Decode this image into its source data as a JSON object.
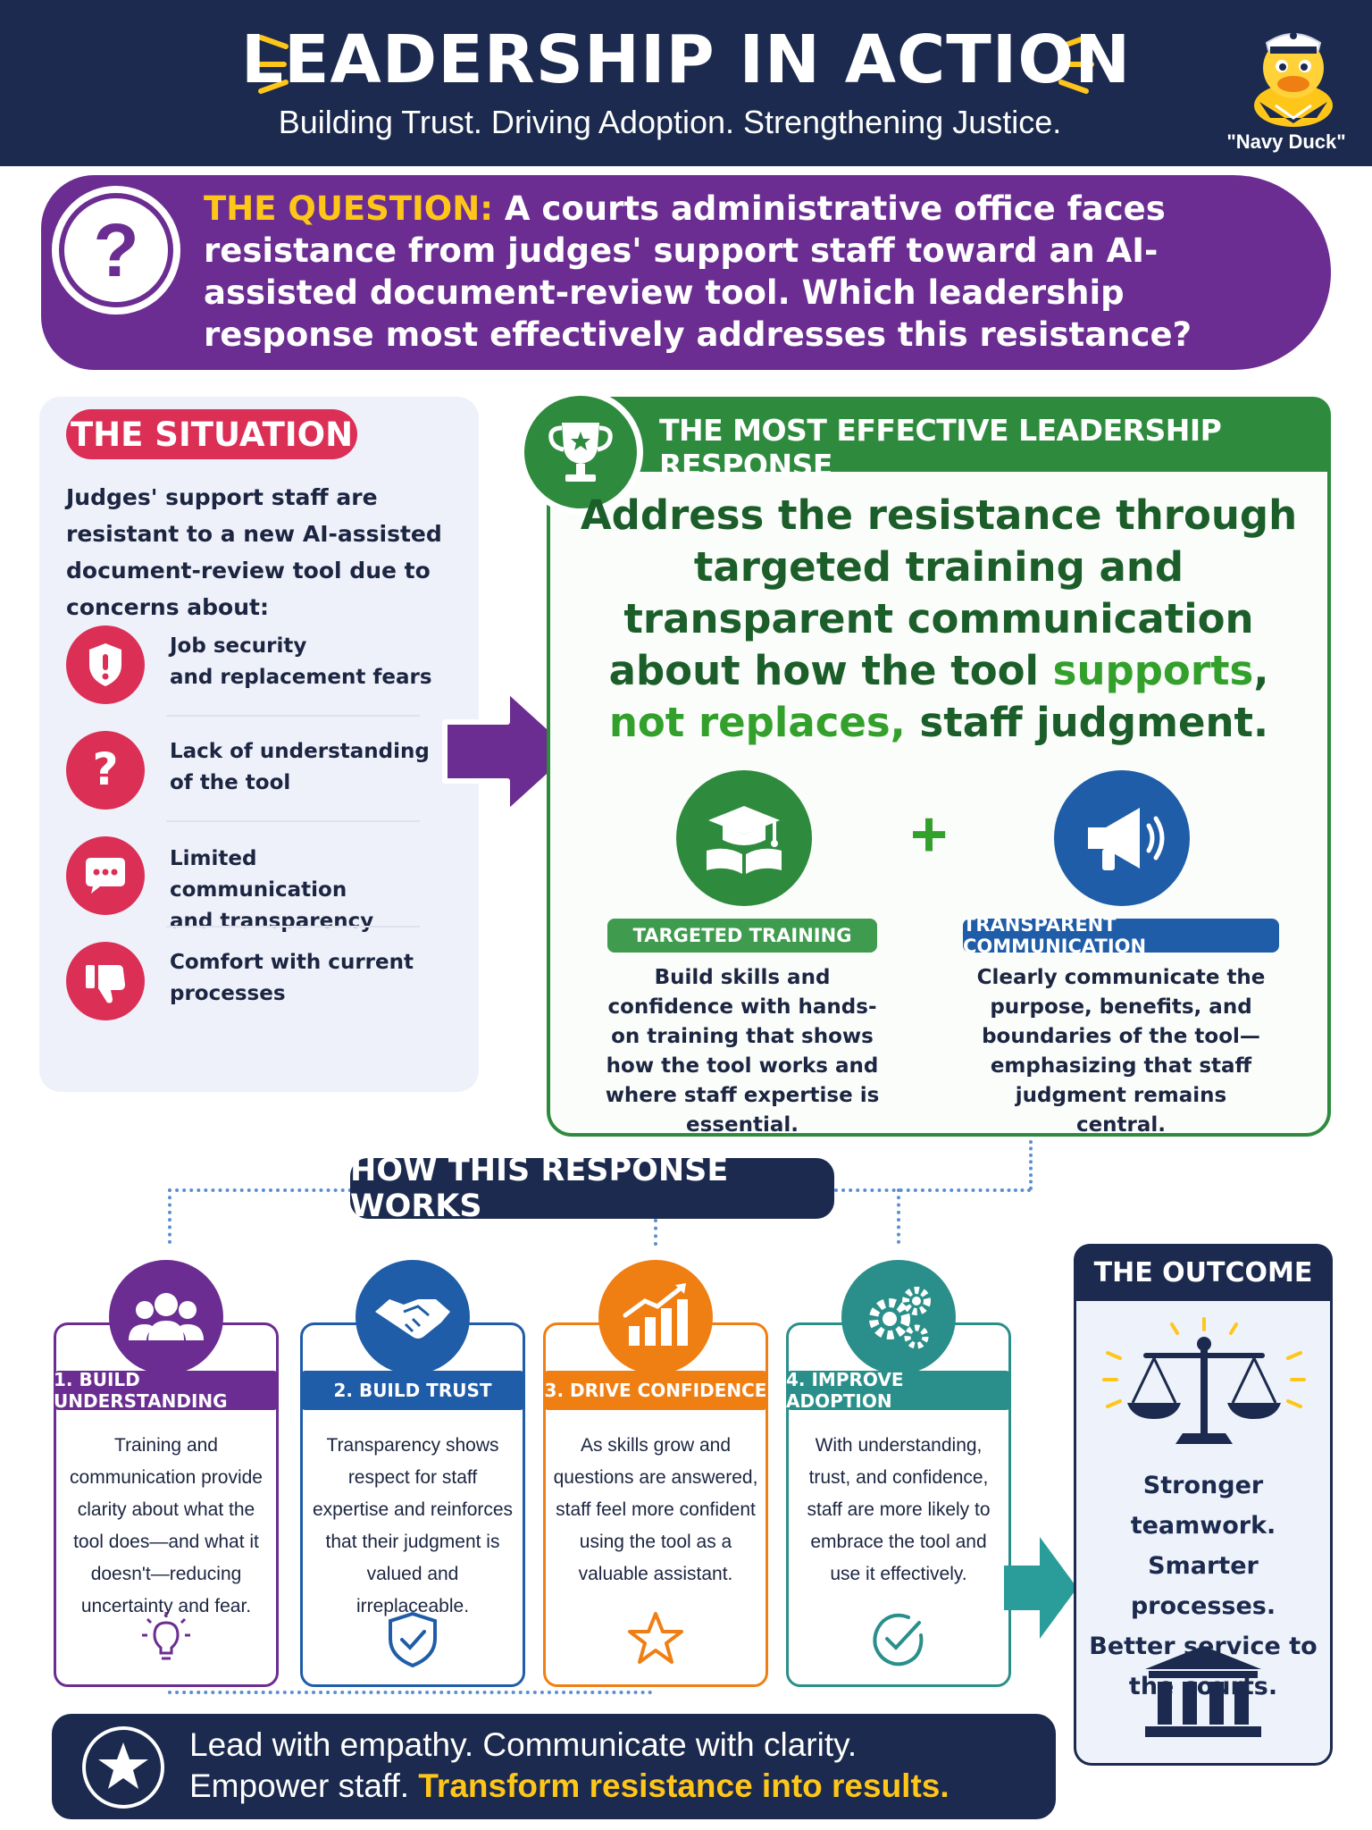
{
  "header": {
    "title": "LEADERSHIP IN ACTION",
    "subtitle": "Building Trust. Driving Adoption. Strengthening Justice.",
    "mascot_label": "\"Navy Duck\"",
    "mascot_icon": "duck-sailor-icon"
  },
  "question": {
    "label": "THE QUESTION:",
    "text": " A courts administrative office faces resistance from judges' support staff toward an AI-assisted document-review tool. Which leadership response most effectively addresses this resistance?",
    "icon": "question-mark-icon"
  },
  "situation": {
    "title": "THE SITUATION",
    "intro": "Judges' support staff are resistant to a new AI-assisted document-review tool due to concerns about:",
    "concerns": [
      {
        "line1": "Job security",
        "line2": "and replacement fears",
        "icon": "shield-alert-icon"
      },
      {
        "line1": "Lack of understanding",
        "line2": "of the tool",
        "icon": "question-icon"
      },
      {
        "line1": "Limited communication",
        "line2": "and transparency",
        "icon": "chat-bubble-icon"
      },
      {
        "line1": "Comfort with current",
        "line2": "processes",
        "icon": "thumbs-down-icon"
      }
    ]
  },
  "response": {
    "heading": "THE MOST EFFECTIVE LEADERSHIP RESPONSE",
    "main_a": "Address the resistance through targeted training and transparent communication about how the tool ",
    "main_highlight1": "supports",
    "main_b": ", ",
    "main_highlight2": "not replaces,",
    "main_c": " staff judgment.",
    "plus": "+",
    "features": [
      {
        "label": "TARGETED TRAINING",
        "desc": "Build skills and confidence with hands-on training that shows how the tool works and where staff expertise is essential.",
        "icon": "graduation-book-icon",
        "color": "#2e8b3e"
      },
      {
        "label": "TRANSPARENT COMMUNICATION",
        "desc": "Clearly communicate the purpose, benefits, and boundaries of the tool—emphasizing that staff judgment remains central.",
        "icon": "megaphone-icon",
        "color": "#1f5da8"
      }
    ]
  },
  "how": {
    "title": "HOW THIS RESPONSE WORKS",
    "steps": [
      {
        "label": "1. BUILD UNDERSTANDING",
        "desc": "Training and communication provide clarity about what the tool does—and what it doesn't—reducing uncertainty and fear.",
        "icon": "people-group-icon",
        "bottom_icon": "lightbulb-icon",
        "color": "#6b2d91"
      },
      {
        "label": "2. BUILD TRUST",
        "desc": "Transparency shows respect for staff expertise and reinforces that their judgment is valued and irreplaceable.",
        "icon": "handshake-icon",
        "bottom_icon": "shield-check-icon",
        "color": "#1f5da8"
      },
      {
        "label": "3. DRIVE CONFIDENCE",
        "desc": "As skills grow and questions are answered, staff feel more confident using the tool as a valuable assistant.",
        "icon": "growth-chart-icon",
        "bottom_icon": "star-outline-icon",
        "color": "#f07f13"
      },
      {
        "label": "4. IMPROVE ADOPTION",
        "desc": "With understanding, trust, and confidence, staff are more likely to embrace the tool and use it effectively.",
        "icon": "gears-icon",
        "bottom_icon": "check-circle-icon",
        "color": "#2a8f8a"
      }
    ]
  },
  "outcome": {
    "title": "THE OUTCOME",
    "line1": "Stronger teamwork.",
    "line2": "Smarter processes.",
    "line3": "Better service to the courts.",
    "icon_top": "scales-of-justice-icon",
    "icon_bottom": "courthouse-icon"
  },
  "footer": {
    "line1": "Lead with empathy. Communicate with clarity.",
    "line2a": "Empower staff. ",
    "line2_highlight": "Transform resistance into results.",
    "icon": "star-icon"
  },
  "colors": {
    "navy": "#1b2a4e",
    "purple": "#6b2d91",
    "red": "#dc2f55",
    "green": "#2e8b3e",
    "blue": "#1f5da8",
    "orange": "#f07f13",
    "teal": "#2a8f8a",
    "yellow": "#ffc61a"
  }
}
